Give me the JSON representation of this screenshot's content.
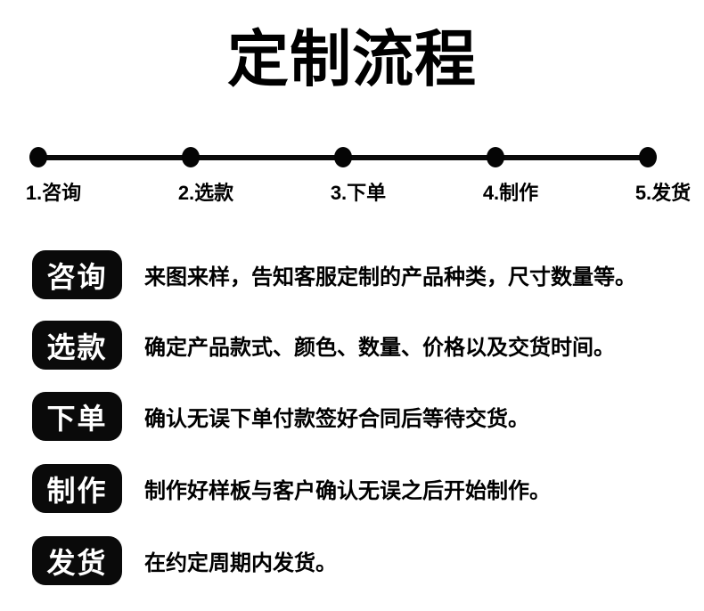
{
  "title": "定制流程",
  "timeline": {
    "steps": [
      {
        "label": "1.咨询"
      },
      {
        "label": "2.选款"
      },
      {
        "label": "3.下单"
      },
      {
        "label": "4.制作"
      },
      {
        "label": "5.发货"
      }
    ]
  },
  "process_steps": [
    {
      "badge": "咨询",
      "description": "来图来样，告知客服定制的产品种类，尺寸数量等。"
    },
    {
      "badge": "选款",
      "description": "确定产品款式、颜色、数量、价格以及交货时间。"
    },
    {
      "badge": "下单",
      "description": "确认无误下单付款签好合同后等待交货。"
    },
    {
      "badge": "制作",
      "description": "制作好样板与客户确认无误之后开始制作。"
    },
    {
      "badge": "发货",
      "description": "在约定周期内发货。"
    }
  ],
  "colors": {
    "foreground": "#000000",
    "badge_background": "#0a0a0a",
    "badge_text": "#ffffff",
    "background": "#ffffff"
  }
}
